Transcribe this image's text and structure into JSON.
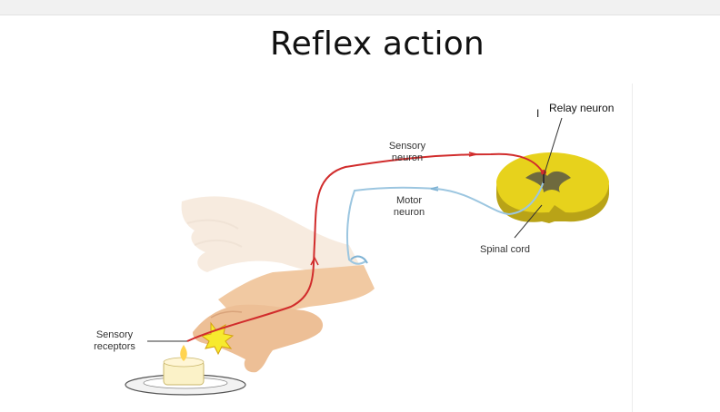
{
  "title": "Reflex action",
  "labels": {
    "sensory_neuron": [
      "Sensory",
      "neuron"
    ],
    "motor_neuron": [
      "Motor",
      "neuron"
    ],
    "spinal_cord": "Spinal cord",
    "sensory_receptors": [
      "Sensory",
      "receptors"
    ],
    "relay_neuron": "Relay neuron",
    "partial_label": "I"
  },
  "colors": {
    "sensory_path": "#d12c2c",
    "motor_path": "#9cc6e0",
    "spinal_cord": "#e7d21c",
    "grey_matter": "#6f6a3e",
    "skin": "#f2c9a4"
  }
}
